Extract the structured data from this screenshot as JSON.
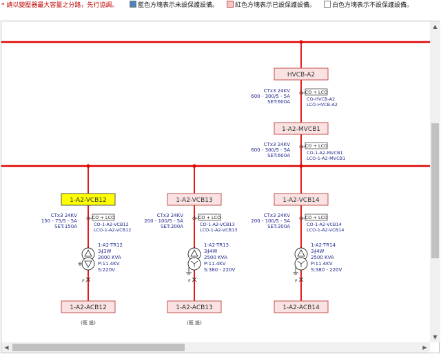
{
  "notice": "* 請以變壓器最大容量之分路，先行協調。",
  "legend": [
    {
      "label": "藍色方塊表示未設保護設備。",
      "color": "#4f81bd"
    },
    {
      "label": "紅色方塊表示已設保護設備。",
      "color": "#f4c7c3",
      "border": "#c0504d"
    },
    {
      "label": "白色方塊表示不設保護設備。",
      "color": "#ffffff"
    }
  ],
  "colors": {
    "bus": "#e00000",
    "box_fill": "#fbe2e2",
    "box_border": "#c0504d",
    "selected_fill": "#ffff00",
    "text_blue": "#1f2a8c"
  },
  "top_branch": {
    "hvcb": "HVCB-A2",
    "relay1": {
      "ct": [
        "CTx3 24KV",
        "600 - 300/5 - 5A",
        "SET:600A"
      ],
      "prot": "CO + LCO",
      "devs": [
        "CO-HVCB-A2",
        "LCO-HVCB-A2"
      ]
    },
    "mvcb": "1-A2-MVCB1",
    "relay2": {
      "ct": [
        "CTx3 24KV",
        "600 - 300/5 - 5A",
        "SET:600A"
      ],
      "prot": "CO + LCO",
      "devs": [
        "CO-1-A2-MVCB1",
        "LCO-1-A2-MVCB1"
      ]
    }
  },
  "feeders": [
    {
      "vcb": "1-A2-VCB12",
      "selected": true,
      "ct": [
        "CTx3 24KV",
        "150 - 75/5 - 5A",
        "SET:150A"
      ],
      "prot": "CO + LCO",
      "devs": [
        "CO-1-A2-VCB12",
        "LCO-1-A2-VCB12"
      ],
      "tr": [
        "1-A2-TR12",
        "3∮3W",
        "2000 KVA",
        "P:11.4KV",
        "S:220V"
      ],
      "f": "F",
      "acb": "1-A2-ACB12",
      "note": "(既 設)"
    },
    {
      "vcb": "1-A2-VCB13",
      "selected": false,
      "ct": [
        "CTx3 24KV",
        "200 - 100/5 - 5A",
        "SET:200A"
      ],
      "prot": "CO + LCO",
      "devs": [
        "CO-1-A2-VCB13",
        "LCO-1-A2-VCB13"
      ],
      "tr": [
        "1-A2-TR13",
        "3∮4W",
        "2500 KVA",
        "P:11.4KV",
        "S:380 - 220V"
      ],
      "f": "F",
      "acb": "1-A2-ACB13",
      "note": "(既 設)"
    },
    {
      "vcb": "1-A2-VCB14",
      "selected": false,
      "ct": [
        "CTx3 24KV",
        "200 - 100/5 - 5A",
        "SET:200A"
      ],
      "prot": "CO + LCO",
      "devs": [
        "CO-1-A2-VCB14",
        "LCO-1-A2-VCB14"
      ],
      "tr": [
        "1-A2-TR14",
        "3∮4W",
        "2500 KVA",
        "P:11.4KV",
        "S:380 - 220V"
      ],
      "f": "F",
      "acb": "1-A2-ACB14",
      "note": ""
    }
  ]
}
